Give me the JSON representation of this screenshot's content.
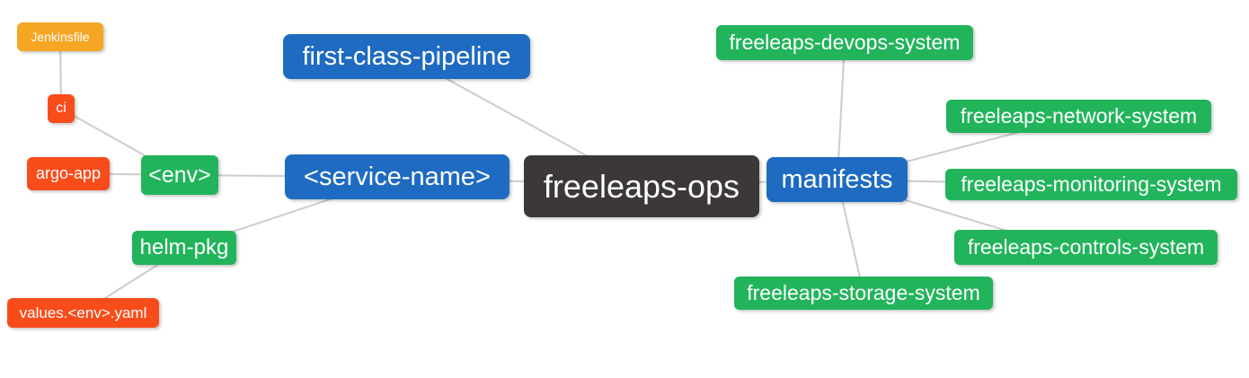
{
  "diagram": {
    "kind": "mindmap",
    "root_label": "freeleaps-ops"
  },
  "theme": {
    "blue": "#1e6bc1",
    "green": "#22b45b",
    "orange": "#f5a623",
    "red": "#f94c1b",
    "dark": "#3b3837",
    "edge_line": "#cccccc",
    "text": "#ffffff",
    "background": "#ffffff"
  },
  "nodes": {
    "jenkinsfile": {
      "label": "Jenkinsfile",
      "color": "orange"
    },
    "ci": {
      "label": "ci",
      "color": "red"
    },
    "argo_app": {
      "label": "argo-app",
      "color": "red"
    },
    "env": {
      "label": "<env>",
      "color": "green"
    },
    "helm_pkg": {
      "label": "helm-pkg",
      "color": "green"
    },
    "values_env_yaml": {
      "label": "values.<env>.yaml",
      "color": "red"
    },
    "first_class_pipeline": {
      "label": "first-class-pipeline",
      "color": "blue"
    },
    "service_name": {
      "label": "<service-name>",
      "color": "blue"
    },
    "freeleaps_ops": {
      "label": "freeleaps-ops",
      "color": "dark"
    },
    "manifests": {
      "label": "manifests",
      "color": "blue"
    },
    "devops_system": {
      "label": "freeleaps-devops-system",
      "color": "green"
    },
    "network_system": {
      "label": "freeleaps-network-system",
      "color": "green"
    },
    "monitoring_system": {
      "label": "freeleaps-monitoring-system",
      "color": "green"
    },
    "controls_system": {
      "label": "freeleaps-controls-system",
      "color": "green"
    },
    "storage_system": {
      "label": "freeleaps-storage-system",
      "color": "green"
    }
  },
  "edges": [
    [
      "jenkinsfile",
      "ci"
    ],
    [
      "ci",
      "env"
    ],
    [
      "argo_app",
      "env"
    ],
    [
      "env",
      "service_name"
    ],
    [
      "helm_pkg",
      "service_name"
    ],
    [
      "values_env_yaml",
      "helm_pkg"
    ],
    [
      "first_class_pipeline",
      "freeleaps_ops"
    ],
    [
      "service_name",
      "freeleaps_ops"
    ],
    [
      "freeleaps_ops",
      "manifests"
    ],
    [
      "manifests",
      "devops_system"
    ],
    [
      "manifests",
      "network_system"
    ],
    [
      "manifests",
      "monitoring_system"
    ],
    [
      "manifests",
      "controls_system"
    ],
    [
      "manifests",
      "storage_system"
    ]
  ]
}
